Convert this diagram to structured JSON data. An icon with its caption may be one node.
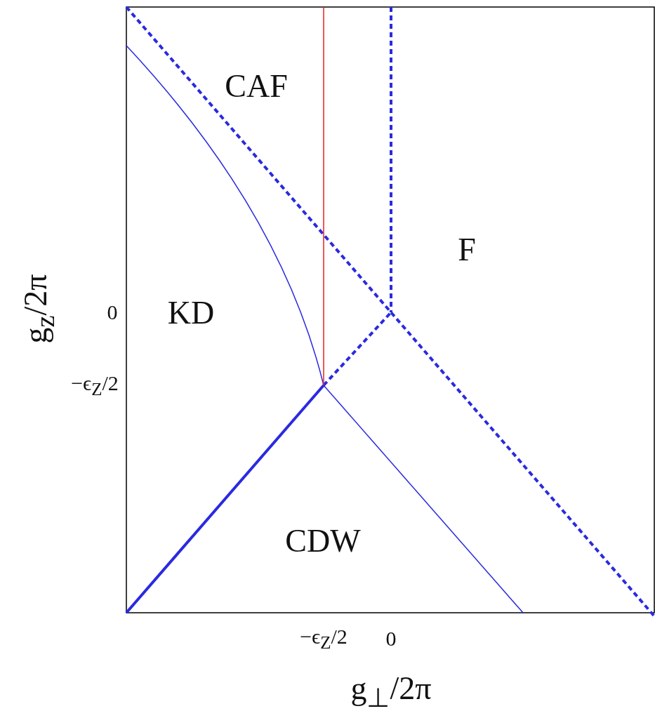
{
  "diagram": {
    "labels": [
      "CAF",
      "F",
      "KD",
      "CDW",
      "0",
      "−ϵ$_{Z}$/2",
      "−ϵ$_{Z}$/2",
      "0",
      "g$_{⊥}$/2π",
      "g$_{z}$/2π"
    ]
  }
}
